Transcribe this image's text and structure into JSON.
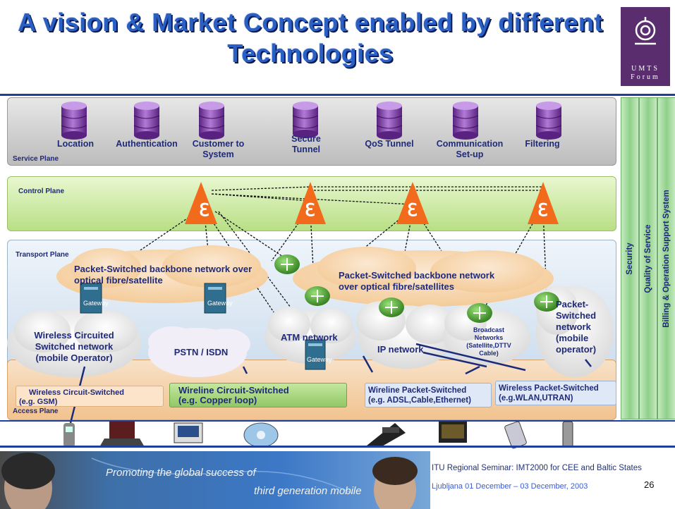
{
  "title": "A vision & Market Concept enabled by different Technologies",
  "logo": {
    "text": "UMTS Forum",
    "icon": "spiral-logo-icon"
  },
  "planes": {
    "service": "Service Plane",
    "control": "Control Plane",
    "transport": "Transport Plane",
    "access": "Access Plane"
  },
  "services": [
    {
      "label": "Location"
    },
    {
      "label": "Authentication"
    },
    {
      "label": "Customer to System"
    },
    {
      "label": "Secure Tunnel"
    },
    {
      "label": "QoS Tunnel"
    },
    {
      "label": "Communication Set-up"
    },
    {
      "label": "Filtering"
    }
  ],
  "side_bars": [
    "Security",
    "Quality of Service",
    "Billing & Operation Support System"
  ],
  "backbone": [
    "Packet-Switched backbone network over optical fibre/satellite",
    "Packet-Switched backbone network over optical fibre/satellites"
  ],
  "networks": {
    "wireless_circuit": "Wireless Circuited Switched network (mobile Operator)",
    "pstn": "PSTN / ISDN",
    "atm": "ATM network",
    "ip": "IP network",
    "broadcast": "Broadcast Networks (Satellite,DTTV Cable)",
    "packet_mobile": "Packet-Switched network (mobile operator)"
  },
  "gateway_label": "Gateway",
  "access": [
    {
      "line1": "Wireless Circuit-Switched",
      "line2": "(e.g. GSM)"
    },
    {
      "line1": "Wireline Circuit-Switched",
      "line2": "(e.g. Copper loop)"
    },
    {
      "line1": "Wireline Packet-Switched",
      "line2": "(e.g. ADSL,Cable,Ethernet)"
    },
    {
      "line1": "Wireless  Packet-Switched",
      "line2": "(e.g.WLAN,UTRAN)"
    }
  ],
  "devices": [
    "mobile-phone-icon",
    "laptop-icon",
    "set-top-box-icon",
    "cordless-phone-icon",
    "desk-phone-icon",
    "television-icon",
    "pda-icon",
    "handset-icon"
  ],
  "banner": {
    "line1": "Promoting the global success of",
    "line2": "third generation mobile"
  },
  "footer": {
    "event": "ITU Regional Seminar: IMT2000 for CEE and Baltic States",
    "place": "Ljubljana 01 December – 03 December, 2003",
    "page": "26"
  },
  "colors": {
    "title": "#2a5fc4",
    "text": "#1f2a7a",
    "db": "#7a3b9e",
    "router": "#3f8c2a",
    "control_node": "#f26a1b",
    "logo": "#5a2d6e"
  }
}
